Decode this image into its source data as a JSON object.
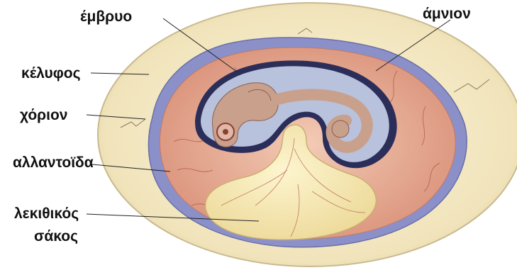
{
  "labels": {
    "embryo": "έμβρυο",
    "amnion": "άμνιον",
    "shell": "κέλυφος",
    "chorion": "χόριον",
    "allantois": "αλλαντοϊδα",
    "yolk_line1": "λεκιθικός",
    "yolk_line2": "σάκος"
  },
  "colors": {
    "shell": "#f3e8c4",
    "shell_edge": "#c9b98f",
    "membrane_blue": "#7f86c4",
    "chorion_pink": "#e8a98f",
    "allantois": "#e9b9a0",
    "amnion_dark": "#2c2e5a",
    "amnion_fluid": "#b8c2dc",
    "embryo": "#c9a08c",
    "yolk": "#f7eab4",
    "vessel": "#b0584a"
  }
}
